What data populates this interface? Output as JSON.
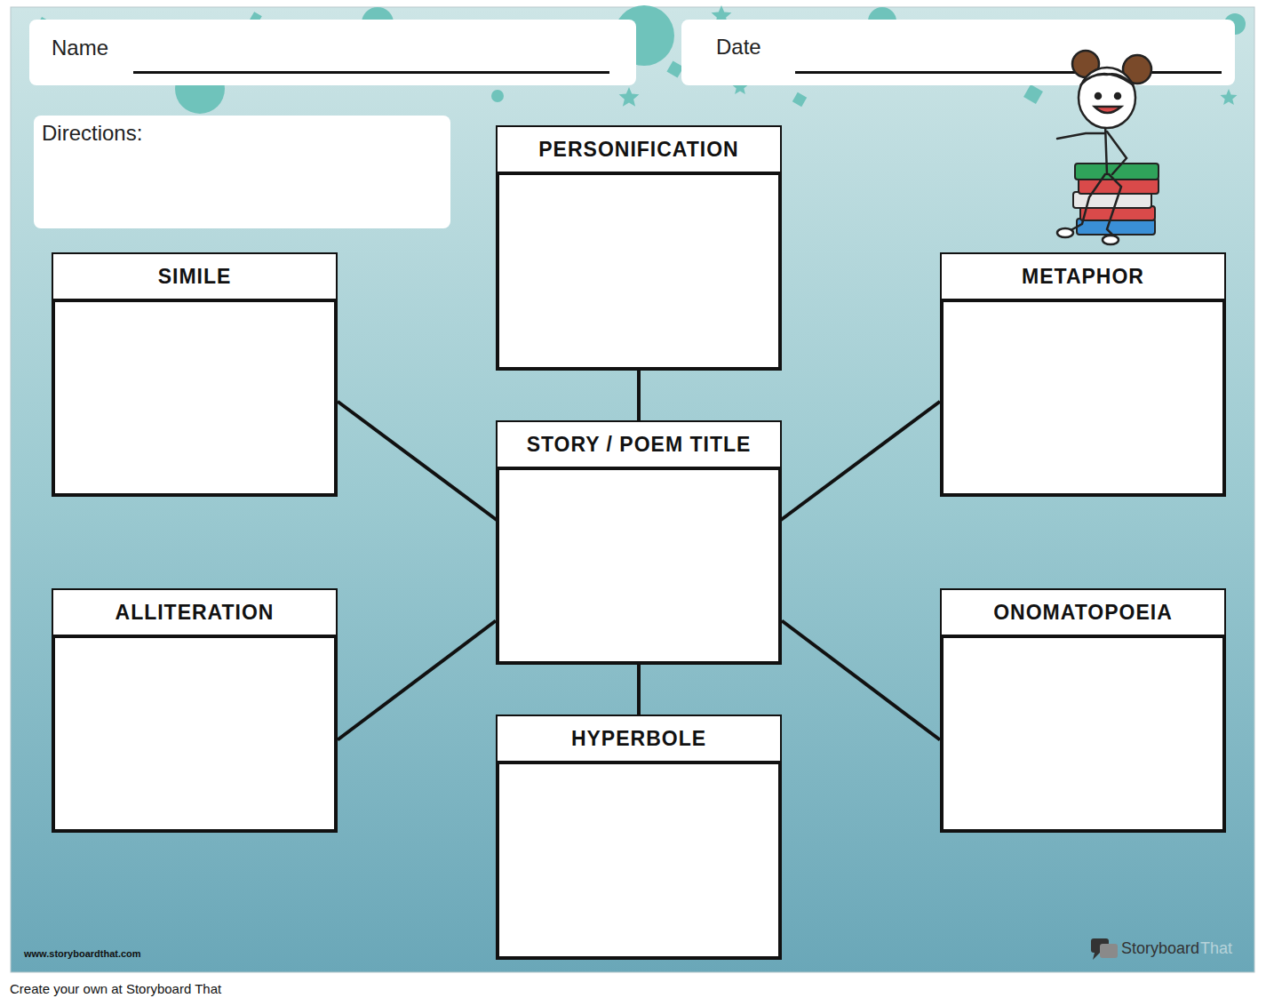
{
  "diagram": {
    "nodes": [
      {
        "text": [
          "Name"
        ]
      },
      {
        "text": [
          "Date"
        ]
      },
      {
        "text": [
          "Directions:"
        ]
      },
      {
        "text": [
          "PERSONIFICATION"
        ]
      },
      {
        "text": [
          "SIMILE"
        ]
      },
      {
        "text": [
          "METAPHOR"
        ]
      },
      {
        "text": [
          "STORY / POEM TITLE"
        ]
      },
      {
        "text": [
          "ALLITERATION"
        ]
      },
      {
        "text": [
          "ONOMATOPOEIA"
        ]
      },
      {
        "text": [
          "HYPERBOLE"
        ]
      }
    ],
    "edges": [
      {
        "from": 6,
        "to": 3,
        "arrow": "none"
      },
      {
        "from": 6,
        "to": 4,
        "arrow": "none"
      },
      {
        "from": 6,
        "to": 5,
        "arrow": "none"
      },
      {
        "from": 6,
        "to": 7,
        "arrow": "none"
      },
      {
        "from": 6,
        "to": 8,
        "arrow": "none"
      },
      {
        "from": 6,
        "to": 9,
        "arrow": "none"
      }
    ],
    "labels": [
      "www.storyboardthat.com",
      "Storyboard",
      "That",
      "Create your own at Storyboard That"
    ]
  }
}
